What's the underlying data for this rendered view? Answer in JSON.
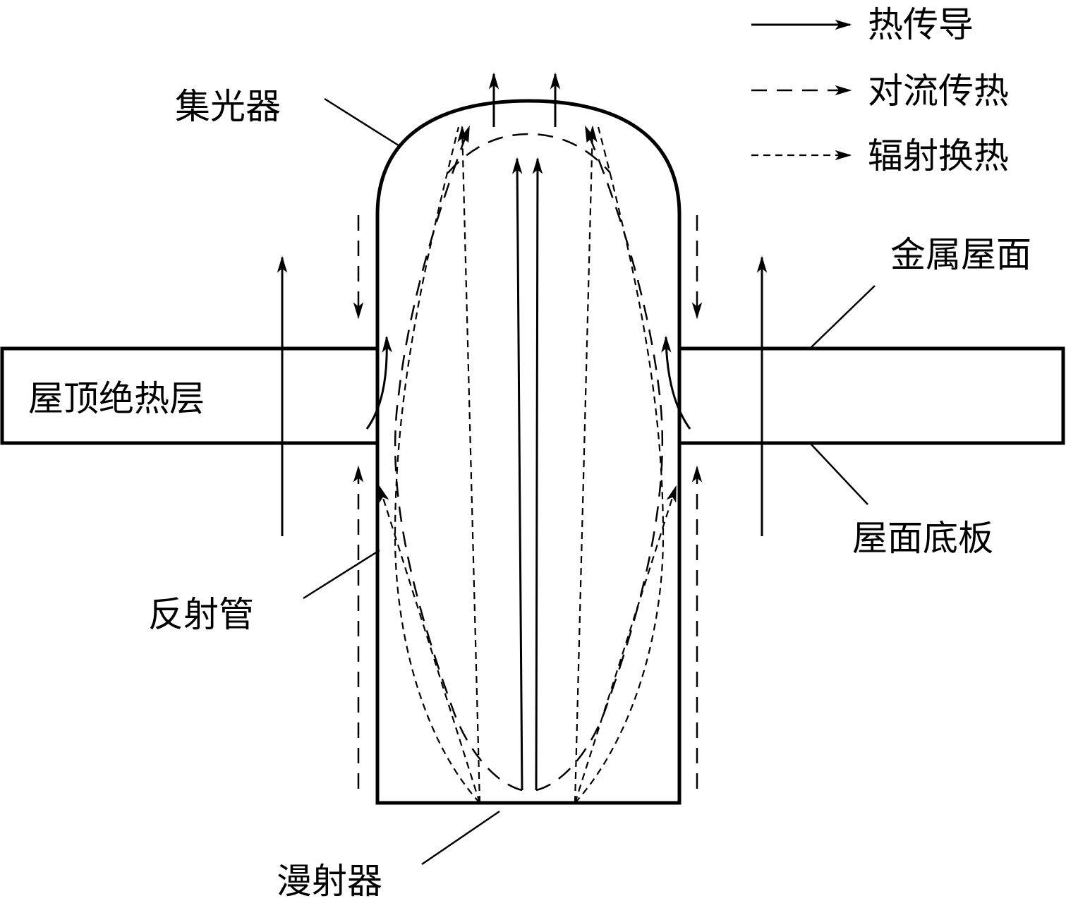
{
  "legend": {
    "items": [
      {
        "label": "热传导",
        "style": "solid"
      },
      {
        "label": "对流传热",
        "style": "long-dash"
      },
      {
        "label": "辐射换热",
        "style": "short-dash"
      }
    ]
  },
  "labels": {
    "collector": "集光器",
    "metal_roof": "金属屋面",
    "roof_insulation": "屋顶绝热层",
    "roof_base_plate": "屋面底板",
    "reflective_tube": "反射管",
    "diffuser": "漫射器"
  },
  "colors": {
    "line": "#000000",
    "background": "#ffffff"
  }
}
